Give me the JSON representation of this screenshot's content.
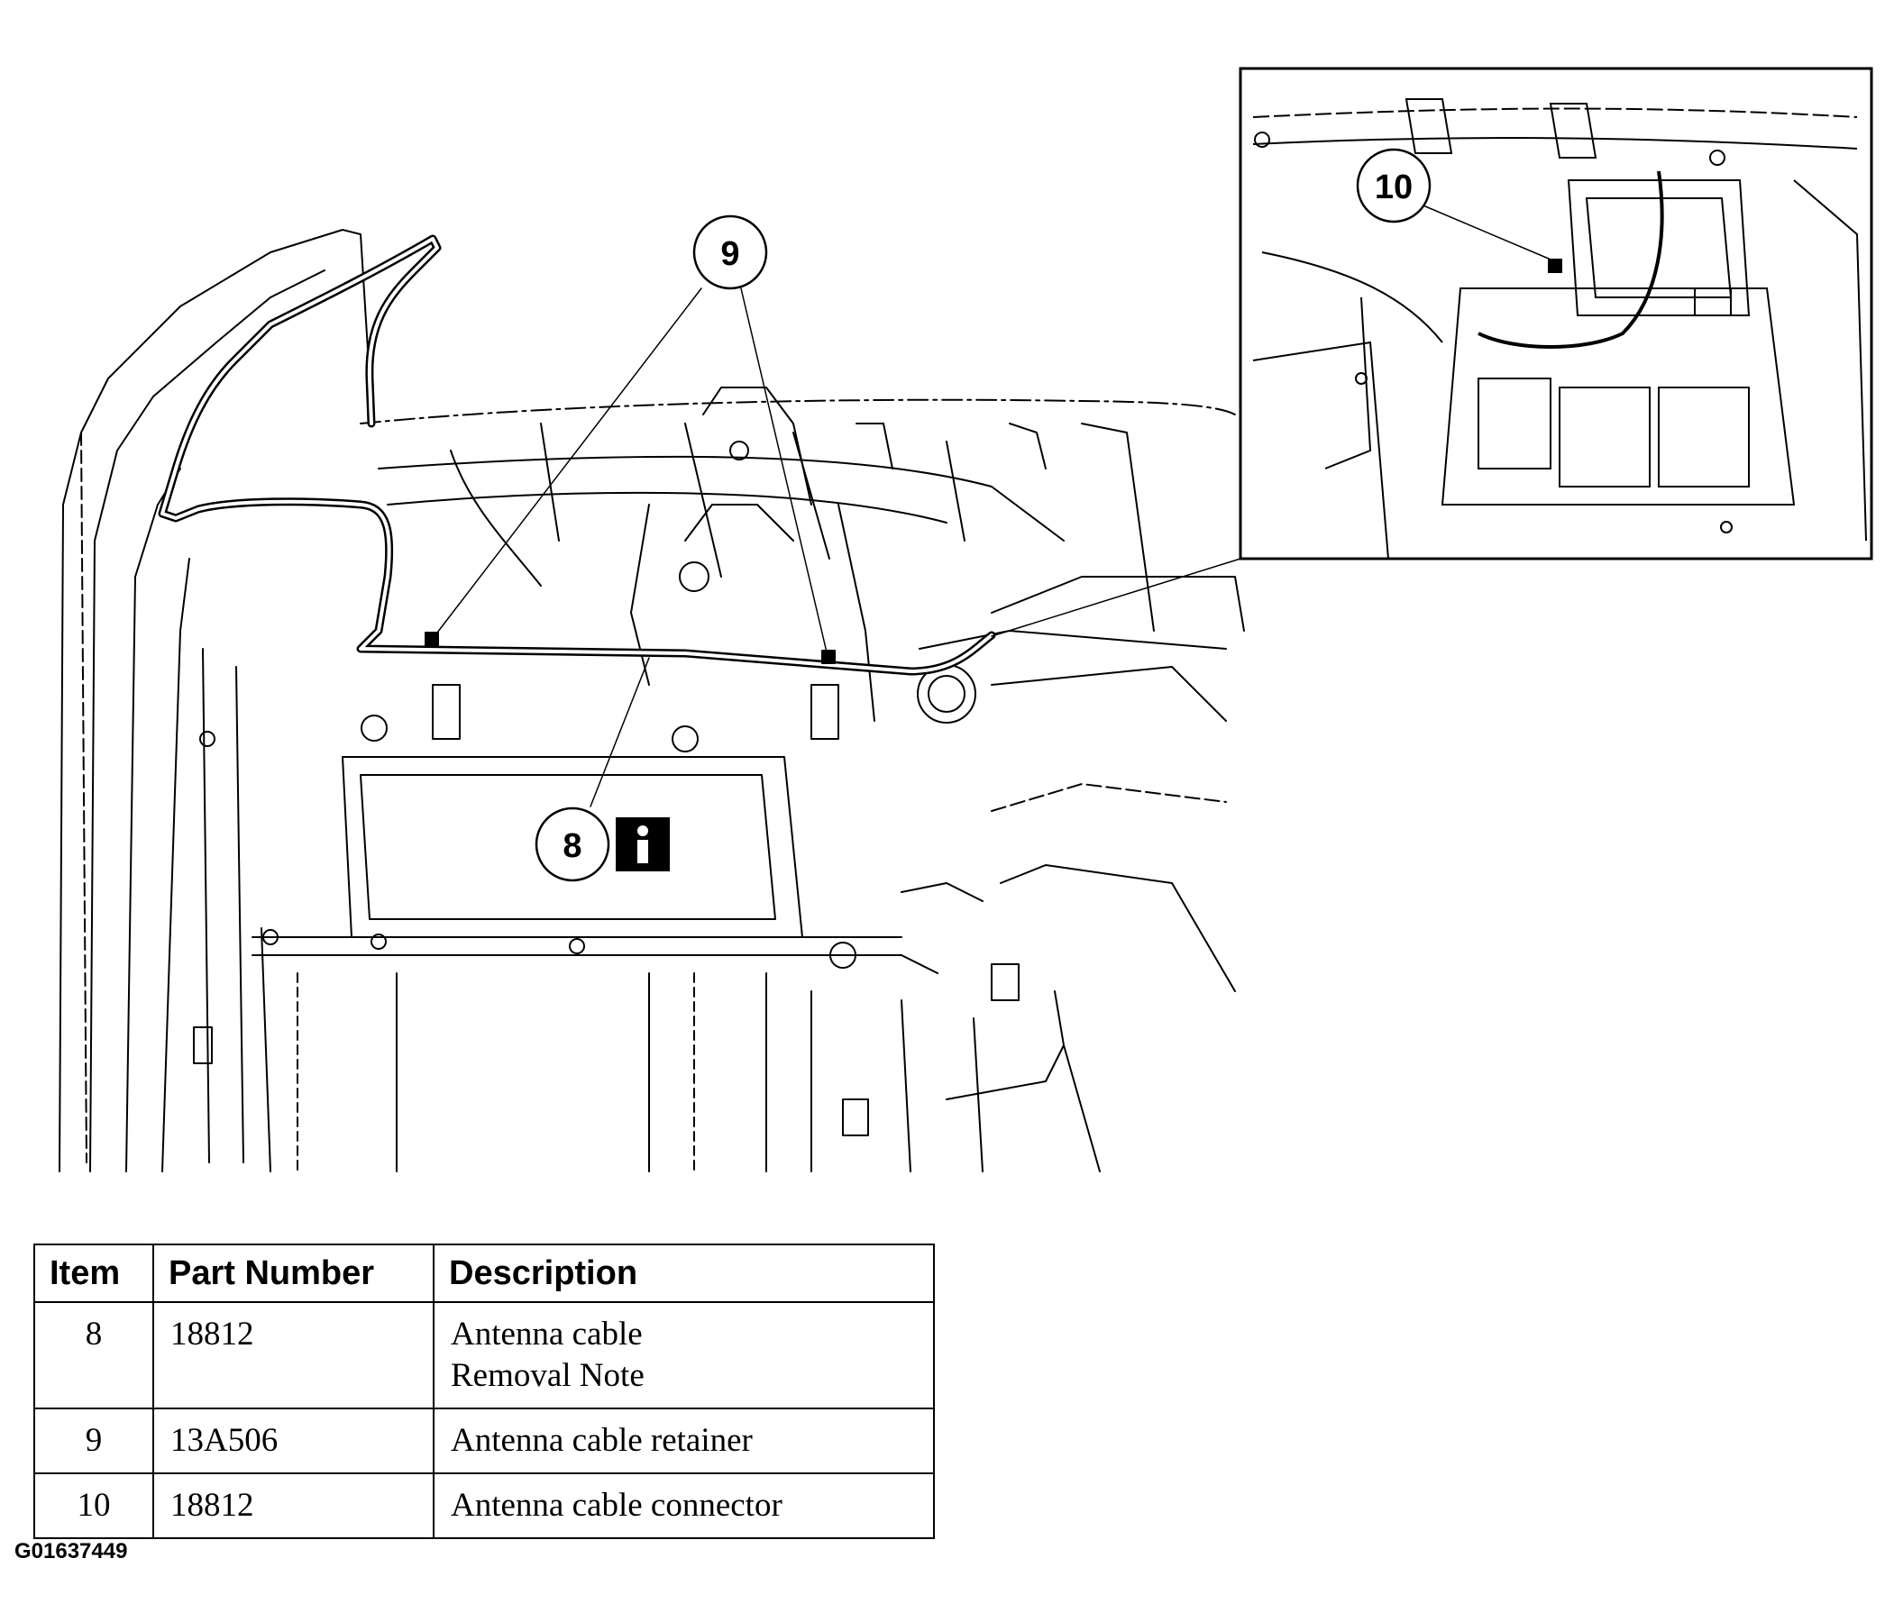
{
  "callouts": {
    "item8": "8",
    "item9": "9",
    "item10": "10",
    "info_icon": "info-icon"
  },
  "table": {
    "headers": [
      "Item",
      "Part Number",
      "Description"
    ],
    "rows": [
      {
        "item": "8",
        "part_number": "18812",
        "description": [
          "Antenna cable",
          "Removal Note"
        ]
      },
      {
        "item": "9",
        "part_number": "13A506",
        "description": [
          "Antenna cable retainer"
        ]
      },
      {
        "item": "10",
        "part_number": "18812",
        "description": [
          "Antenna cable connector"
        ]
      }
    ]
  },
  "figure_id": "G01637449"
}
